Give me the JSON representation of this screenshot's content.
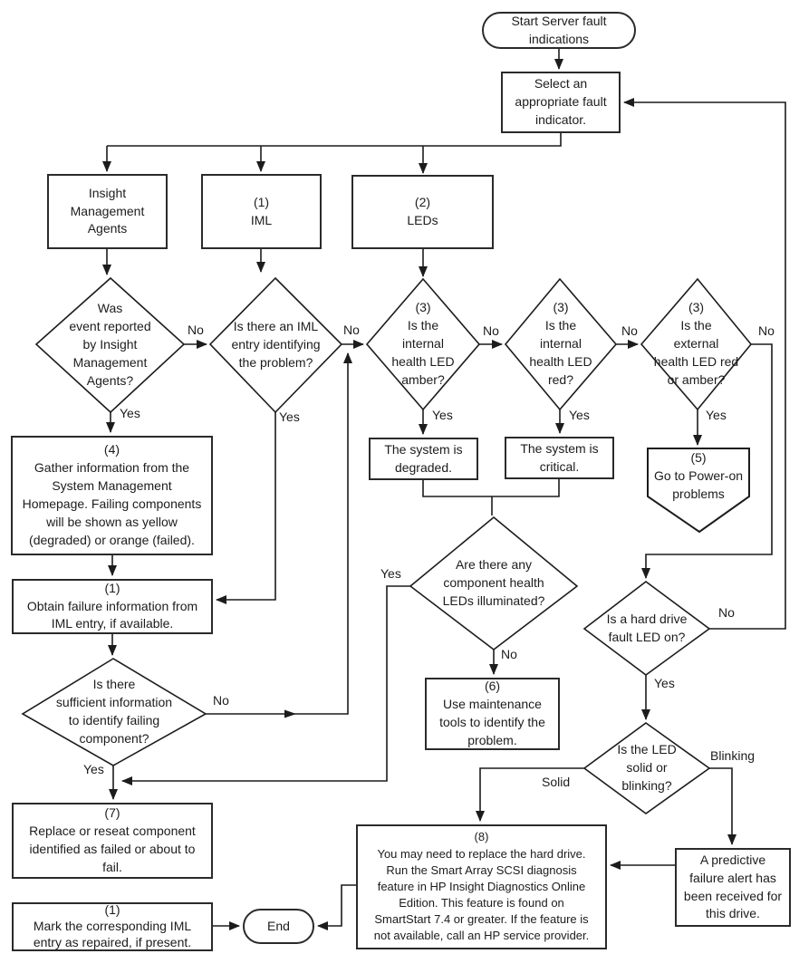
{
  "diagram": {
    "colors": {
      "line": "#1c1c1c",
      "border": "#2a2a2a",
      "background": "#ffffff",
      "text": "#1c1c1c"
    },
    "nodes": {
      "start": {
        "label": "Start Server fault\nindications"
      },
      "select_indicator": {
        "label": "Select an\nappropriate fault\nindicator."
      },
      "insight_agents": {
        "label": "Insight\nManagement\nAgents"
      },
      "iml": {
        "label": "(1)\nIML"
      },
      "leds": {
        "label": "(2)\nLEDs"
      },
      "d_event_reported": {
        "label": "Was\nevent reported\nby Insight\nManagement\nAgents?"
      },
      "d_iml_entry": {
        "label": "Is there an IML\nentry identifying\nthe problem?"
      },
      "d_internal_amber": {
        "label": "(3)\nIs the\ninternal\nhealth LED\namber?"
      },
      "d_internal_red": {
        "label": "(3)\nIs the\ninternal\nhealth LED\nred?"
      },
      "d_external_red": {
        "label": "(3)\nIs the\nexternal\nhealth LED red\nor amber?"
      },
      "gather_info": {
        "label": "(4)\nGather information from the\nSystem Management\nHomepage. Failing components\nwill be shown as yellow\n(degraded) or orange (failed)."
      },
      "obtain_failure": {
        "label": "(1)\nObtain failure information from\nIML entry, if available."
      },
      "system_degraded": {
        "label": "The system is\ndegraded."
      },
      "system_critical": {
        "label": "The system is\ncritical."
      },
      "power_on": {
        "label": "(5)\nGo to Power-on\nproblems"
      },
      "d_sufficient": {
        "label": "Is there\nsufficient information\nto identify failing\ncomponent?"
      },
      "d_component_leds": {
        "label": "Are there any\ncomponent health\nLEDs illuminated?"
      },
      "maintenance": {
        "label": "(6)\nUse maintenance\ntools to identify the\nproblem."
      },
      "d_hard_drive": {
        "label": "Is a hard drive\nfault LED on?"
      },
      "d_solid_blink": {
        "label": "Is the LED\nsolid or\nblinking?"
      },
      "replace_reseat": {
        "label": "(7)\nReplace or reseat component\nidentified as failed or about to\nfail."
      },
      "mark_iml": {
        "label": "(1)\nMark the corresponding IML\nentry as repaired, if present."
      },
      "replace_drive": {
        "label": "(8)\nYou may need to replace the hard drive.\nRun the Smart Array SCSI diagnosis\nfeature in HP Insight Diagnostics Online\nEdition. This feature is found on\nSmartStart 7.4 or greater. If the feature is\nnot available, call an HP service provider."
      },
      "predictive": {
        "label": "A predictive\nfailure alert has\nbeen received for\nthis drive."
      },
      "end": {
        "label": "End"
      }
    },
    "edge_labels": {
      "no1": "No",
      "yes1": "Yes",
      "no2": "No",
      "yes2": "Yes",
      "no3": "No",
      "yes3": "Yes",
      "no4": "No",
      "yes4": "Yes",
      "no5": "No",
      "yes5": "Yes",
      "no_sufficient": "No",
      "yes_sufficient": "Yes",
      "yes_component": "Yes",
      "no_component": "No",
      "no_hard_drive": "No",
      "yes_hard_drive": "Yes",
      "solid": "Solid",
      "blinking": "Blinking"
    }
  }
}
